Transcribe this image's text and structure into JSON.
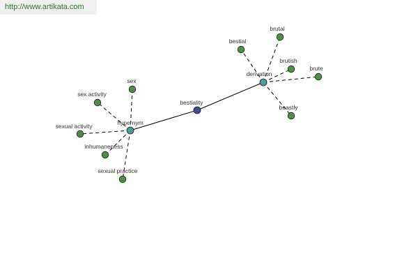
{
  "banner": {
    "url": "http://www.artikata.com"
  },
  "colors": {
    "leaf": "#4f8f43",
    "relation": "#4f9a9a",
    "root": "#3d4f9a"
  },
  "graph": {
    "nodes": [
      {
        "id": "bestiality",
        "label": "bestiality",
        "kind": "root"
      },
      {
        "id": "hypernym",
        "label": "hypernym",
        "kind": "relation"
      },
      {
        "id": "derivation",
        "label": "derivation",
        "kind": "relation"
      },
      {
        "id": "sex",
        "label": "sex",
        "kind": "leaf"
      },
      {
        "id": "sex-activity",
        "label": "sex activity",
        "kind": "leaf"
      },
      {
        "id": "sexual-activity",
        "label": "sexual activity",
        "kind": "leaf"
      },
      {
        "id": "inhumaneness",
        "label": "inhumaneness",
        "kind": "leaf"
      },
      {
        "id": "sexual-practice",
        "label": "sexual practice",
        "kind": "leaf"
      },
      {
        "id": "bestial",
        "label": "bestial",
        "kind": "leaf"
      },
      {
        "id": "brutal",
        "label": "brutal",
        "kind": "leaf"
      },
      {
        "id": "brutish",
        "label": "brutish",
        "kind": "leaf"
      },
      {
        "id": "brute",
        "label": "brute",
        "kind": "leaf"
      },
      {
        "id": "beastly",
        "label": "beastly",
        "kind": "leaf"
      }
    ],
    "edges": [
      {
        "from": "bestiality",
        "to": "hypernym",
        "style": "solid"
      },
      {
        "from": "bestiality",
        "to": "derivation",
        "style": "solid"
      },
      {
        "from": "hypernym",
        "to": "sex",
        "style": "dashed"
      },
      {
        "from": "hypernym",
        "to": "sex-activity",
        "style": "dashed"
      },
      {
        "from": "hypernym",
        "to": "sexual-activity",
        "style": "dashed"
      },
      {
        "from": "hypernym",
        "to": "inhumaneness",
        "style": "dashed"
      },
      {
        "from": "hypernym",
        "to": "sexual-practice",
        "style": "dashed"
      },
      {
        "from": "derivation",
        "to": "bestial",
        "style": "dashed"
      },
      {
        "from": "derivation",
        "to": "brutal",
        "style": "dashed"
      },
      {
        "from": "derivation",
        "to": "brutish",
        "style": "dashed"
      },
      {
        "from": "derivation",
        "to": "brute",
        "style": "dashed"
      },
      {
        "from": "derivation",
        "to": "beastly",
        "style": "dashed"
      }
    ]
  }
}
